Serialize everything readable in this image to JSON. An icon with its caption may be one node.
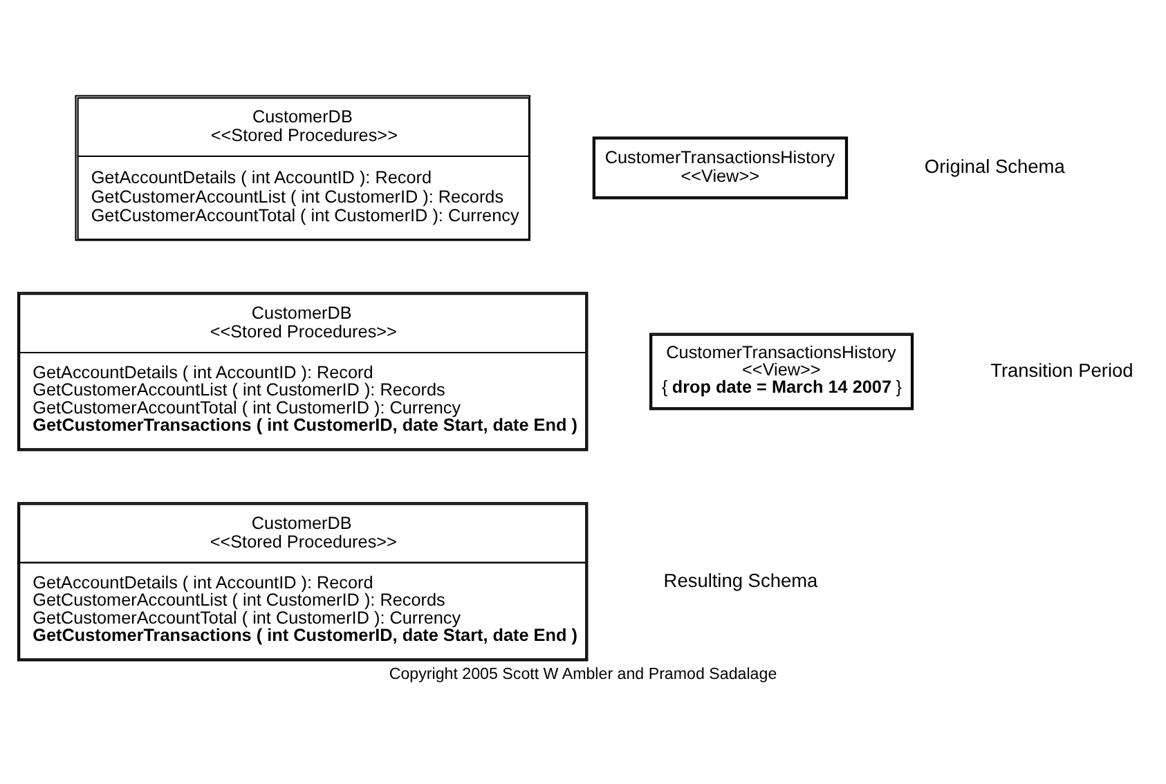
{
  "diagram": {
    "caption": "Copyright 2005 Scott W Ambler and Pramod Sadalage",
    "nodes": [
      {
        "text": [
          "CustomerDB",
          "<<Stored Procedures>>",
          "GetAccountDetails ( int AccountID ): Record",
          "GetCustomerAccountList ( int CustomerID ): Records",
          "GetCustomerAccountTotal ( int CustomerID ): Currency"
        ]
      },
      {
        "text": [
          "CustomerTransactionsHistory",
          "<<View>>"
        ]
      },
      {
        "text": [
          "CustomerDB",
          "<<Stored Procedures>>",
          "GetAccountDetails ( int AccountID ): Record",
          "GetCustomerAccountList ( int CustomerID ): Records",
          "GetCustomerAccountTotal ( int CustomerID ): Currency",
          "GetCustomerTransactions ( int CustomerID, date Start, date End )"
        ]
      },
      {
        "text": [
          "CustomerTransactionsHistory",
          "<<View>>",
          "{ **drop date = March 14 2007** }"
        ]
      },
      {
        "text": [
          "CustomerDB",
          "<<Stored Procedures>>",
          "GetAccountDetails ( int AccountID ): Record",
          "GetCustomerAccountList ( int CustomerID ): Records",
          "GetCustomerAccountTotal ( int CustomerID ): Currency",
          "GetCustomerTransactions ( int CustomerID, date Start, date End )"
        ]
      }
    ],
    "edges": [],
    "labels": [
      "Original Schema",
      "Transition Period",
      "Resulting Schema"
    ]
  }
}
